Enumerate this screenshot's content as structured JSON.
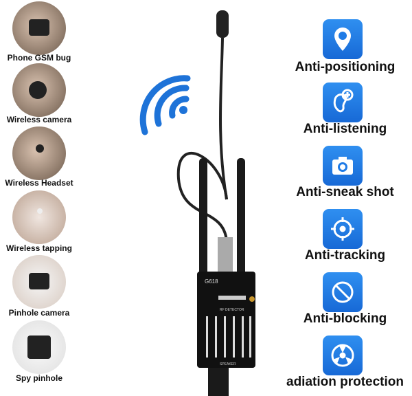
{
  "left_items": [
    {
      "label": "Phone GSM bug"
    },
    {
      "label": "Wireless camera"
    },
    {
      "label": "Wireless Headset"
    },
    {
      "label": "Wireless tapping"
    },
    {
      "label": "Pinhole camera"
    },
    {
      "label": "Spy pinhole"
    }
  ],
  "features": [
    {
      "label": "Anti-positioning",
      "icon": "location-pin-icon"
    },
    {
      "label": "Anti-listening",
      "icon": "ear-icon"
    },
    {
      "label": "Anti-sneak shot",
      "icon": "camera-icon"
    },
    {
      "label": "Anti-tracking",
      "icon": "crosshair-icon"
    },
    {
      "label": "Anti-blocking",
      "icon": "prohibited-icon"
    },
    {
      "label": "adiation protection",
      "icon": "radiation-icon"
    }
  ],
  "device": {
    "model": "G618",
    "panel_label": "RF DETECTOR",
    "speaker_label": "SPEAKER"
  },
  "colors": {
    "icon_blue": "#1f7be6",
    "signal_blue": "#1e73d8"
  }
}
